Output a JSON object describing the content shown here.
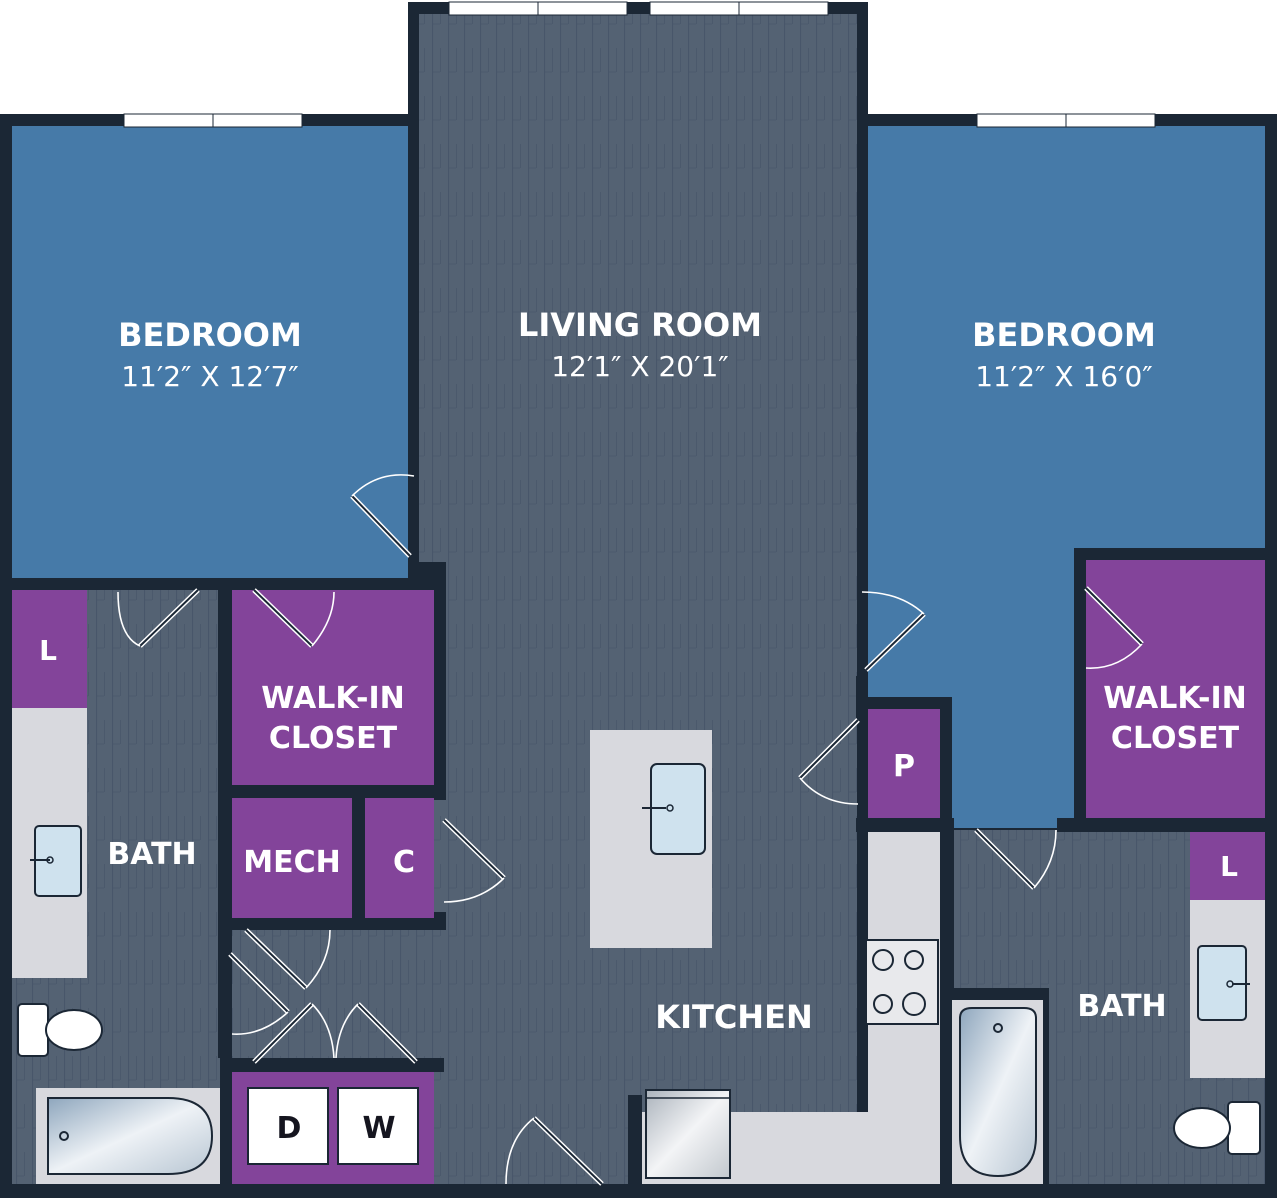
{
  "floor_plan": {
    "bedroom_left": {
      "label": "BEDROOM",
      "dimensions": "11′2″ X 12′7″"
    },
    "living_room": {
      "label": "LIVING ROOM",
      "dimensions": "12′1″ X 20′1″"
    },
    "bedroom_right": {
      "label": "BEDROOM",
      "dimensions": "11′2″ X 16′0″"
    },
    "walk_in_closet_left": {
      "line1": "WALK-IN",
      "line2": "CLOSET"
    },
    "walk_in_closet_right": {
      "line1": "WALK-IN",
      "line2": "CLOSET"
    },
    "bath_left": {
      "label": "BATH"
    },
    "bath_right": {
      "label": "BATH"
    },
    "mech": {
      "label": "MECH"
    },
    "coat_closet": {
      "label": "C"
    },
    "pantry": {
      "label": "P"
    },
    "linen_left": {
      "label": "L"
    },
    "linen_right": {
      "label": "L"
    },
    "kitchen": {
      "label": "KITCHEN"
    },
    "dryer": {
      "label": "D"
    },
    "washer": {
      "label": "W"
    }
  },
  "colors": {
    "wall": "#1b2735",
    "bedroom_fill": "#467aa8",
    "floor_fill": "#546273",
    "closet_fill": "#83449a",
    "counter_fill": "#d8d9de",
    "window_fill": "#ffffff"
  }
}
